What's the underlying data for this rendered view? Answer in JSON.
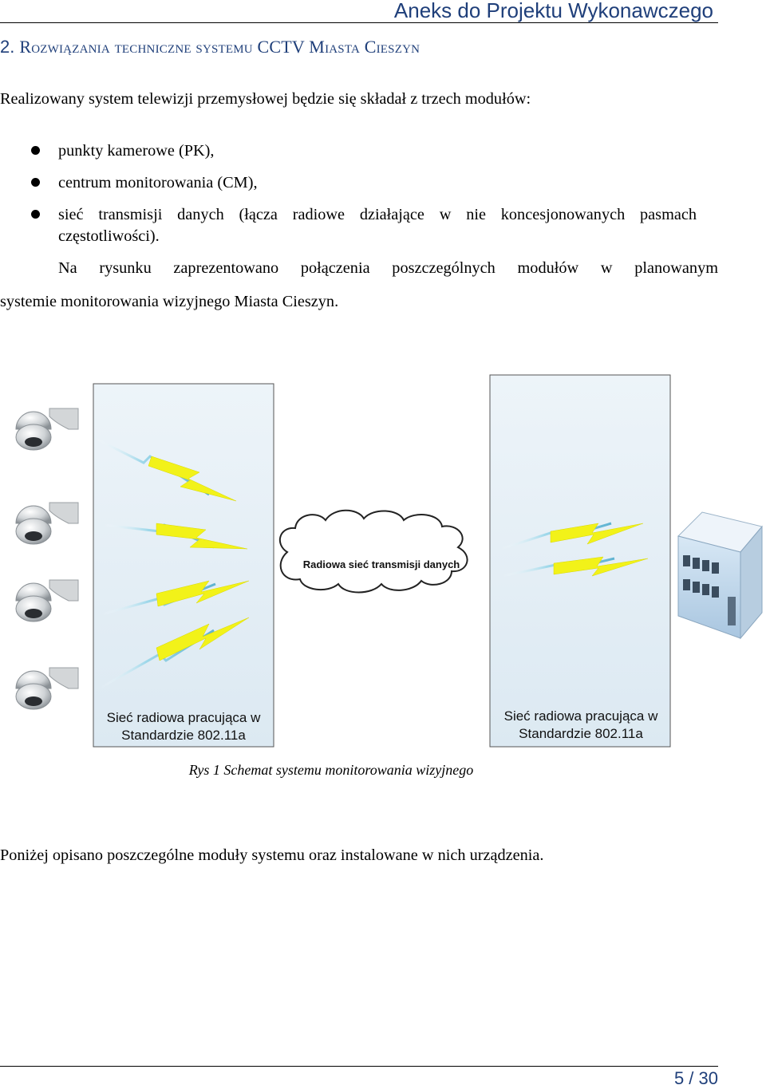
{
  "header": {
    "title": "Aneks do Projektu Wykonawczego"
  },
  "section": {
    "number": "2.",
    "title": "Rozwiązania techniczne systemu CCTV Miasta Cieszyn"
  },
  "intro": "Realizowany system telewizji przemysłowej będzie się składał z trzech modułów:",
  "bullets": [
    "punkty kamerowe (PK),",
    "centrum monitorowania (CM),",
    "sieć transmisji danych (łącza radiowe działające w nie koncesjonowanych pasmach",
    "częstotliwości)."
  ],
  "para": {
    "line1": "Na rysunku zaprezentowano połączenia poszczególnych modułów w planowanym",
    "line2": "systemie monitorowania wizyjnego Miasta Cieszyn."
  },
  "figure": {
    "cloud_label": "Radiowa sieć transmisji danych",
    "left_panel": {
      "line1": "Sieć radiowa pracująca w",
      "line2": "Standardzie 802.11a"
    },
    "right_panel": {
      "line1": "Sieć radiowa pracująca w",
      "line2": "Standardzie 802.11a"
    },
    "icons": [
      "dome-camera-icon",
      "lightning-bolt-icon",
      "cloud-icon",
      "building-icon"
    ]
  },
  "caption": "Rys 1 Schemat systemu monitorowania wizyjnego",
  "closing": "Poniżej opisano poszczególne moduły systemu oraz instalowane w nich urządzenia.",
  "footer": {
    "page": "5 / 30"
  },
  "colors": {
    "heading": "#1f3f7a",
    "panel": "#e3eef5",
    "bolt": "#f2f219"
  }
}
